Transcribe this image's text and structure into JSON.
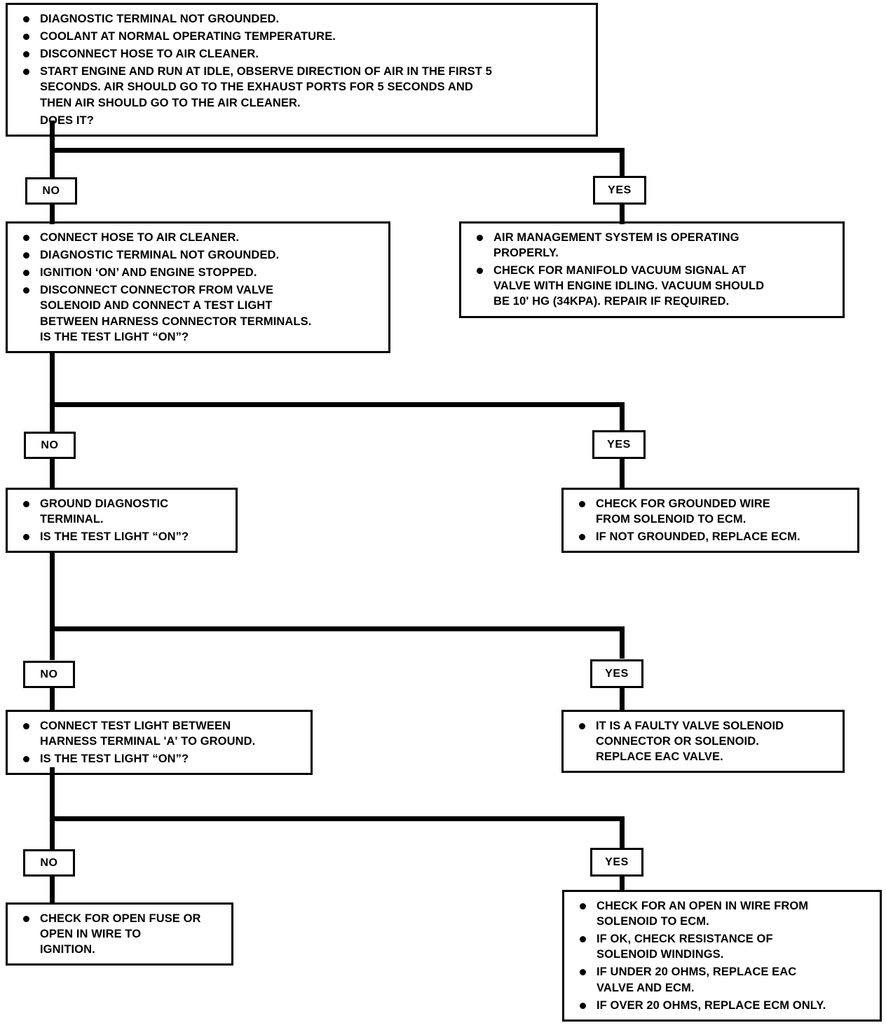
{
  "diagram": {
    "title": "Air Management System Diagnostic Flow Chart",
    "type": "decision-flowchart",
    "colors": {
      "line": "#000000",
      "box_fill": "#ffffff",
      "text": "#000000"
    },
    "labels": {
      "yes": "YES",
      "no": "NO"
    },
    "nodes": [
      {
        "id": "start",
        "items": [
          "DIAGNOSTIC  TERMINAL NOT GROUNDED.",
          "COOLANT AT NORMAL OPERATING TEMPERATURE.",
          "DISCONNECT HOSE TO AIR CLEANER.",
          "START ENGINE AND RUN AT IDLE, OBSERVE DIRECTION OF AIR IN THE FIRST 5\nSECONDS.  AIR SHOULD GO TO THE EXHAUST PORTS FOR 5 SECONDS AND\nTHEN AIR SHOULD GO TO THE AIR CLEANER.",
          "DOES IT?"
        ]
      },
      {
        "id": "no1",
        "items": [
          "CONNECT HOSE TO AIR CLEANER.",
          "DIAGNOSTIC  TERMINAL NOT GROUNDED.",
          "IGNITION ‘ON’ AND ENGINE STOPPED.",
          "DISCONNECT CONNECTOR FROM VALVE\nSOLENOID AND CONNECT A TEST LIGHT\nBETWEEN HARNESS CONNECTOR TERMINALS.\nIS THE TEST LIGHT “ON”?"
        ]
      },
      {
        "id": "yes1",
        "items": [
          "AIR MANAGEMENT SYSTEM IS OPERATING\nPROPERLY.",
          "CHECK FOR MANIFOLD VACUUM SIGNAL AT\nVALVE WITH ENGINE IDLING.  VACUUM SHOULD\nBE 10' HG (34KPA).  REPAIR IF REQUIRED."
        ]
      },
      {
        "id": "no2",
        "items": [
          "GROUND DIAGNOSTIC\nTERMINAL.",
          "IS THE TEST LIGHT “ON”?"
        ]
      },
      {
        "id": "yes2",
        "items": [
          "CHECK FOR GROUNDED WIRE\n   FROM SOLENOID TO ECM.",
          "IF NOT GROUNDED, REPLACE ECM."
        ]
      },
      {
        "id": "no3",
        "items": [
          "CONNECT TEST LIGHT BETWEEN\nHARNESS TERMINAL 'A' TO GROUND.",
          "IS THE TEST LIGHT “ON”?"
        ]
      },
      {
        "id": "yes3",
        "items": [
          "IT IS A FAULTY VALVE SOLENOID\nCONNECTOR OR SOLENOID.\nREPLACE EAC VALVE."
        ]
      },
      {
        "id": "no4",
        "items": [
          "CHECK FOR OPEN FUSE OR\nOPEN IN WIRE TO\nIGNITION."
        ]
      },
      {
        "id": "yes4",
        "items": [
          "CHECK FOR AN OPEN IN WIRE FROM\nSOLENOID TO ECM.",
          "IF OK, CHECK RESISTANCE OF\nSOLENOID WINDINGS.",
          "IF UNDER 20 OHMS, REPLACE EAC\nVALVE AND ECM.",
          "IF OVER 20 OHMS, REPLACE ECM ONLY."
        ]
      }
    ]
  }
}
